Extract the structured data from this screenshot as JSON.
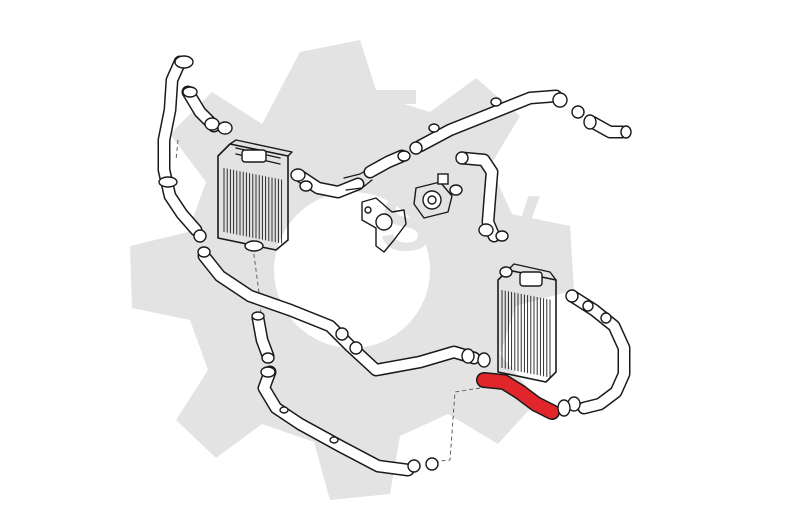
{
  "diagram": {
    "watermark_text": "SKV",
    "highlight_color": "#e0262b",
    "line_color": "#1a1a1a",
    "watermark_color": "#e3e3e3",
    "background_color": "#ffffff",
    "parts": [
      {
        "name": "left-intercooler"
      },
      {
        "name": "right-intercooler"
      },
      {
        "name": "throttle-body"
      },
      {
        "name": "air-hose-highlighted",
        "highlighted": true
      }
    ]
  }
}
